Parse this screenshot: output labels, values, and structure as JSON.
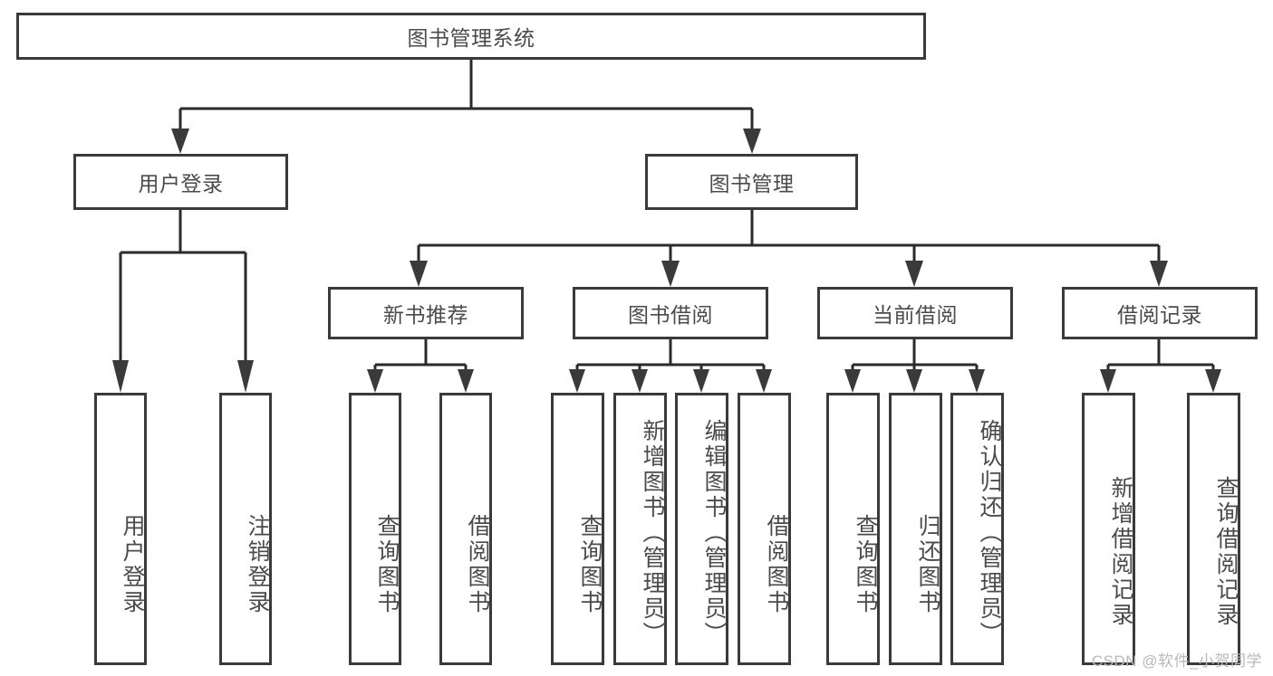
{
  "diagram": {
    "type": "tree-hierarchy",
    "title": "图书管理系统",
    "root": {
      "id": "root",
      "label": "图书管理系统"
    },
    "level2": [
      {
        "id": "user-login",
        "label": "用户登录"
      },
      {
        "id": "book-management",
        "label": "图书管理"
      }
    ],
    "level3": [
      {
        "id": "new-book-recommend",
        "label": "新书推荐",
        "parent": "book-management"
      },
      {
        "id": "book-borrow",
        "label": "图书借阅",
        "parent": "book-management"
      },
      {
        "id": "current-borrow",
        "label": "当前借阅",
        "parent": "book-management"
      },
      {
        "id": "borrow-record",
        "label": "借阅记录",
        "parent": "book-management"
      }
    ],
    "leaves": [
      {
        "id": "leaf-user-login",
        "label": "用户登录",
        "parent": "user-login"
      },
      {
        "id": "leaf-logout",
        "label": "注销登录",
        "parent": "user-login"
      },
      {
        "id": "leaf-query-book-1",
        "label": "查询图书",
        "parent": "new-book-recommend"
      },
      {
        "id": "leaf-borrow-book-1",
        "label": "借阅图书",
        "parent": "new-book-recommend"
      },
      {
        "id": "leaf-query-book-2",
        "label": "查询图书",
        "parent": "book-borrow"
      },
      {
        "id": "leaf-add-book",
        "label": "新增图书（管理员）",
        "parent": "book-borrow"
      },
      {
        "id": "leaf-edit-book",
        "label": "编辑图书（管理员）",
        "parent": "book-borrow"
      },
      {
        "id": "leaf-borrow-book-2",
        "label": "借阅图书",
        "parent": "book-borrow"
      },
      {
        "id": "leaf-query-book-3",
        "label": "查询图书",
        "parent": "current-borrow"
      },
      {
        "id": "leaf-return-book",
        "label": "归还图书",
        "parent": "current-borrow"
      },
      {
        "id": "leaf-confirm-return",
        "label": "确认归还（管理员）",
        "parent": "current-borrow"
      },
      {
        "id": "leaf-add-record",
        "label": "新增借阅记录",
        "parent": "borrow-record"
      },
      {
        "id": "leaf-query-record",
        "label": "查询借阅记录",
        "parent": "borrow-record"
      }
    ]
  },
  "watermark": {
    "text": "CSDN @软件_小贺同学"
  },
  "colors": {
    "border": "#3a3a3a",
    "line": "#2b2b2b",
    "text": "#4b4b4b",
    "background": "#ffffff",
    "watermark": "#b9b9b9"
  }
}
